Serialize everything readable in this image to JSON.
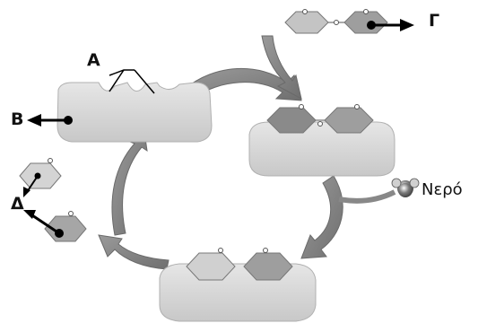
{
  "labels": {
    "A": "Α",
    "B": "Β",
    "Gamma": "Γ",
    "Delta": "Δ",
    "water": "Νερό"
  },
  "colors": {
    "enzyme_fill": "#d9d9d9",
    "cycle_arrow": "#8c8c8c",
    "hexagon_fill": "#bdbdbd",
    "hexagon_dark": "#7a7a7a",
    "pointer": "#000000"
  },
  "icons": [
    "hexagon-sugar",
    "water-molecule",
    "enzyme-blob",
    "cycle-arrow"
  ]
}
